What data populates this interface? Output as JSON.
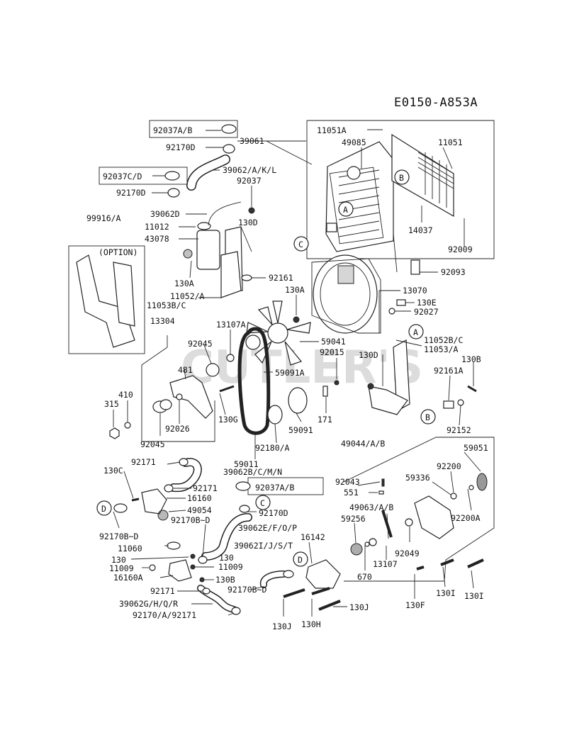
{
  "diagram_code": "E0150-A853A",
  "watermark": "CUTLER'S",
  "option_label": "(OPTION)",
  "callouts": {
    "a": "A",
    "b": "B",
    "c": "C",
    "d": "D"
  },
  "labels": {
    "l_92037ab": "92037A/B",
    "l_92170d_top": "92170D",
    "l_92037cd": "92037C/D",
    "l_92170d_2": "92170D",
    "l_39061": "39061",
    "l_39062akl": "39062/A/K/L",
    "l_92037": "92037",
    "l_39062d": "39062D",
    "l_11012": "11012",
    "l_43078": "43078",
    "l_130d_top": "130D",
    "l_99916a": "99916/A",
    "l_130a_left": "130A",
    "l_92161": "92161",
    "l_11052a": "11052/A",
    "l_11053bc": "11053B/C",
    "l_130a_mid": "130A",
    "l_11051a": "11051A",
    "l_49085": "49085",
    "l_11051": "11051",
    "l_14037": "14037",
    "l_92009": "92009",
    "l_92093": "92093",
    "l_13070": "13070",
    "l_130e": "130E",
    "l_92027": "92027",
    "l_13304": "13304",
    "l_13107a": "13107A",
    "l_92045_top": "92045",
    "l_481": "481",
    "l_59041": "59041",
    "l_92015": "92015",
    "l_59091a": "59091A",
    "l_11052bc": "11052B/C",
    "l_11053a": "11053/A",
    "l_130d_right": "130D",
    "l_130b_right": "130B",
    "l_92161a": "92161A",
    "l_410": "410",
    "l_315": "315",
    "l_92026": "92026",
    "l_130g": "130G",
    "l_92045_bot": "92045",
    "l_171": "171",
    "l_59091": "59091",
    "l_92180a": "92180/A",
    "l_92152": "92152",
    "l_59011": "59011",
    "l_49044ab": "49044/A/B",
    "l_59051": "59051",
    "l_92171_a": "92171",
    "l_130c": "130C",
    "l_39062bcmn": "39062B/C/M/N",
    "l_92171_b": "92171",
    "l_16160": "16160",
    "l_92037ab_2": "92037A/B",
    "l_92043": "92043",
    "l_551": "551",
    "l_59336": "59336",
    "l_92200": "92200",
    "l_92200a": "92200A",
    "l_49054": "49054",
    "l_92170d_c": "92170D",
    "l_92170bd_a": "92170B~D",
    "l_49063ab": "49063/A/B",
    "l_59256": "59256",
    "l_92170bd_left": "92170B~D",
    "l_39062efop": "39062E/F/O/P",
    "l_16142": "16142",
    "l_11060": "11060",
    "l_39062ijst": "39062I/J/S/T",
    "l_130_a": "130",
    "l_130_b": "130",
    "l_11009_a": "11009",
    "l_11009_b": "11009",
    "l_16160a": "16160A",
    "l_130b_low": "130B",
    "l_670": "670",
    "l_13107": "13107",
    "l_92049": "92049",
    "l_92171_c": "92171",
    "l_92170bd_b": "92170B~D",
    "l_39062ghqr": "39062G/H/Q/R",
    "l_92170a92171": "92170/A/92171",
    "l_130j_right": "130J",
    "l_130j_low": "130J",
    "l_130h": "130H",
    "l_130f": "130F",
    "l_130i_a": "130I",
    "l_130i_b": "130I"
  }
}
